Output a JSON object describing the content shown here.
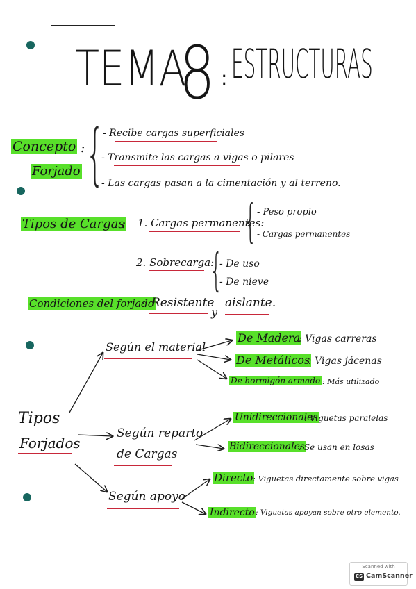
{
  "title": {
    "part1": "TEMA",
    "number": "8",
    "sep": ":",
    "part2": "ESTRUCTURAS"
  },
  "concepto": {
    "label_line1": "Concepto",
    "colon": ":",
    "label_line2": "Forjado",
    "items": [
      "- Recibe cargas superficiales",
      "- Transmite las cargas a vigas o pilares",
      "- Las cargas pasan a la cimentación y al terreno."
    ]
  },
  "tipos_cargas": {
    "label": "Tipos de Cargas",
    "colon": ":",
    "item1": {
      "label": "1. Cargas permanentes:",
      "subitems": [
        "- Peso propio",
        "- Cargas permanentes"
      ]
    },
    "item2": {
      "label": "2. Sobrecarga:",
      "subitems": [
        "- De uso",
        "- De nieve"
      ]
    }
  },
  "condiciones": {
    "label": "Condiciones del forjado",
    "colon": ":",
    "v1": "Resistente",
    "y": "y",
    "v2": "aislante."
  },
  "tipos_forjados": {
    "label_line1": "Tipos",
    "label_line2": "Forjados",
    "material": {
      "label": "Según el material",
      "items": [
        {
          "name": "De Madera",
          "desc": ": Vigas carreras"
        },
        {
          "name": "De Metálicos",
          "desc": ": Vigas jácenas"
        },
        {
          "name": "De hormigón armado",
          "desc": ": Más utilizado"
        }
      ]
    },
    "reparto": {
      "label_line1": "Según reparto",
      "label_line2": "de Cargas",
      "items": [
        {
          "name": "Unidireccionales",
          "desc": ": Viguetas paralelas"
        },
        {
          "name": "Bidireccionales",
          "desc": ": Se usan en losas"
        }
      ]
    },
    "apoyo": {
      "label": "Según apoyo",
      "items": [
        {
          "name": "Directo",
          "desc": ": Viguetas directamente sobre vigas"
        },
        {
          "name": "Indirecto",
          "desc": ": Viguetas apoyan sobre otro elemento."
        }
      ]
    }
  },
  "scanner_badge": {
    "line1": "Scanned with",
    "logo": "CS",
    "brand": "CamScanner"
  },
  "colors": {
    "highlight": "#58e02a",
    "underline": "#c8283a",
    "punch_hole": "#17665f"
  }
}
